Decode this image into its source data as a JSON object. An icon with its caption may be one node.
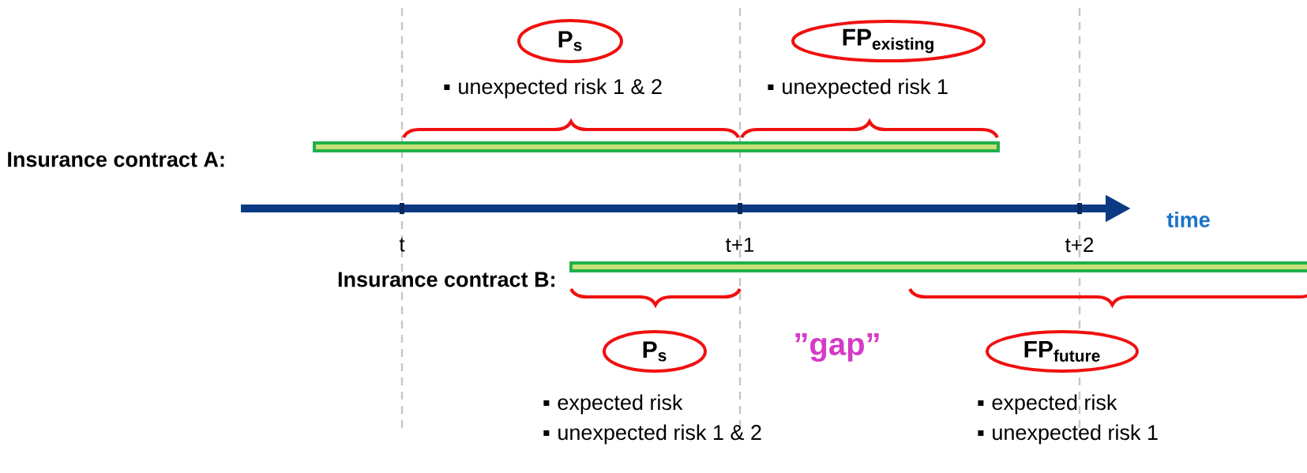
{
  "diagram": {
    "nodes": [
      {
        "text": [
          "P$_{s}$"
        ],
        "beside": [
          "unexpected risk 1 & 2"
        ]
      },
      {
        "text": [
          "FP$_{existing}$"
        ],
        "beside": [
          "unexpected risk 1"
        ]
      },
      {
        "text": [
          "P$_{s}$"
        ],
        "beside": [
          "expected risk",
          "unexpected risk 1 & 2"
        ]
      },
      {
        "text": [
          "FP$_{future}$"
        ],
        "beside": [
          "expected risk",
          "unexpected risk 1"
        ]
      },
      {
        "text": [],
        "shape": "bar"
      },
      {
        "text": [],
        "shape": "bar"
      }
    ],
    "labels": [
      "Insurance contract A:",
      "time",
      "t",
      "t+1",
      "t+2",
      "Insurance contract B:",
      "”gap”"
    ]
  }
}
